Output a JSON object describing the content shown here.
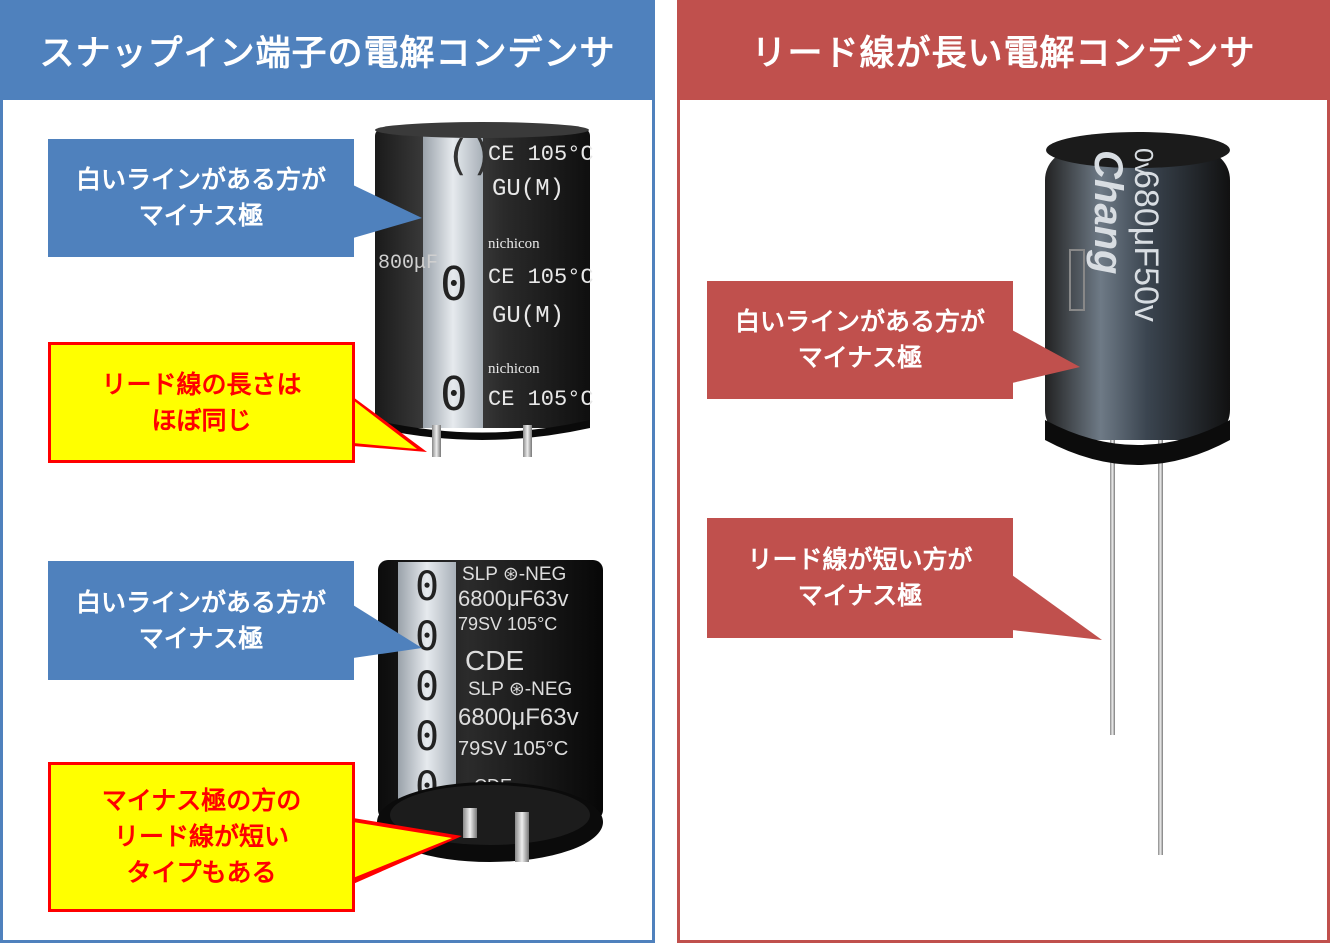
{
  "left_panel": {
    "title": "スナップイン端子の電解コンデンサ",
    "callouts": {
      "top_white_line": "白いラインがある方が\nマイナス極",
      "top_lead_length": "リード線の長さは\nほぼ同じ",
      "bottom_white_line": "白いラインがある方が\nマイナス極",
      "bottom_short_lead": "マイナス極の方の\nリード線が短い\nタイプもある"
    },
    "capacitor_top": {
      "marking_1": "CE 105°C",
      "marking_2": "GU(M)",
      "brand": "nichicon",
      "capacitance_side": "800μF"
    },
    "capacitor_bottom": {
      "line_1": "SLP ⊛-NEG",
      "line_2": "6800μF63v",
      "line_3": "79SV  105°C",
      "brand": "CDE",
      "brand_small": "CDE"
    }
  },
  "right_panel": {
    "title": "リード線が長い電解コンデンサ",
    "callouts": {
      "white_line": "白いラインがある方が\nマイナス極",
      "short_lead": "リード線が短い方が\nマイナス極"
    },
    "capacitor": {
      "brand": "Chang",
      "rating": "680μF50v",
      "side_text": "0v"
    }
  },
  "colors": {
    "blue": "#4f81bd",
    "red": "#c0504d",
    "yellow": "#ffff00",
    "alert_text": "#ff0000"
  }
}
